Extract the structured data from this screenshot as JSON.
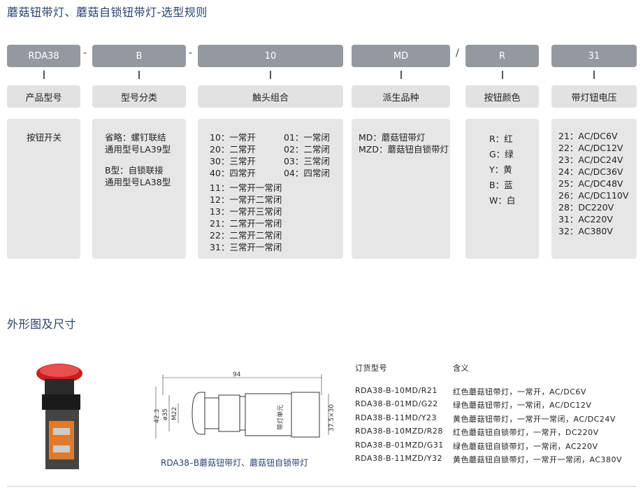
{
  "title": "蘑菇钮带灯、蘑菇自锁钮带灯-选型规则",
  "codes": [
    "RDA38",
    "B",
    "10",
    "MD",
    "R",
    "31"
  ],
  "separators": [
    "-",
    "-",
    "/"
  ],
  "labels": [
    "产品型号",
    "型号分类",
    "触头组合",
    "派生品种",
    "按钮颜色",
    "带灯钮电压"
  ],
  "product": [
    "按钮开关"
  ],
  "type_class": [
    "省略：螺钉联结",
    "通用型号LA39型",
    "B型：自锁联接",
    "通用型号LA38型"
  ],
  "contacts_pairs": [
    [
      "10：一常开",
      "01：一常闭"
    ],
    [
      "20：二常开",
      "02：二常闭"
    ],
    [
      "30：三常开",
      "03：三常闭"
    ],
    [
      "40：四常开",
      "04：四常闭"
    ]
  ],
  "contacts_single": [
    "11：一常开一常闭",
    "12：一常开二常闭",
    "13：一常开三常闭",
    "21：二常开一常闭",
    "22：二常开二常闭",
    "31：三常开一常闭"
  ],
  "variants": [
    "MD：蘑菇钮带灯",
    "MZD：蘑菇钮自锁带灯"
  ],
  "colors": [
    "R：红",
    "G：绿",
    "Y：黄",
    "B：蓝",
    "W：白"
  ],
  "voltages": [
    "21：AC/DC6V",
    "22：AC/DC12V",
    "23：AC/DC24V",
    "24：AC/DC36V",
    "25：AC/DC48V",
    "26：AC/DC110V",
    "28：DC220V",
    "31：AC220V",
    "32：AC380V"
  ],
  "section2_title": "外形图及尺寸",
  "drawing": {
    "length": "94",
    "height": "42.3",
    "dia": "ø35",
    "thread": "M22",
    "size": "37.5×30",
    "unit_label": "带灯单元",
    "caption": "RDA38–B蘑菇钮带灯、蘑菇钮自锁带灯"
  },
  "order_table": {
    "headers": [
      "订货型号",
      "含义"
    ],
    "rows": [
      [
        "RDA38-B-10MD/R21",
        "红色蘑菇钮带灯，一常开，AC/DC6V"
      ],
      [
        "RDA38-B-01MD/G22",
        "绿色蘑菇钮带灯，一常闭，AC/DC12V"
      ],
      [
        "RDA38-B-11MD/Y23",
        "黄色蘑菇钮带灯，一常开一常闭，AC/DC24V"
      ],
      [
        "RDA38-B-10MZD/R28",
        "红色蘑菇钮自锁带灯，一常开，DC220V"
      ],
      [
        "RDA38-B-01MZD/G31",
        "绿色蘑菇钮自锁带灯，一常闭，AC220V"
      ],
      [
        "RDA38-B-11MZD/Y32",
        "黄色蘑菇钮自锁带灯，一常开一常闭，AC380V"
      ]
    ]
  }
}
